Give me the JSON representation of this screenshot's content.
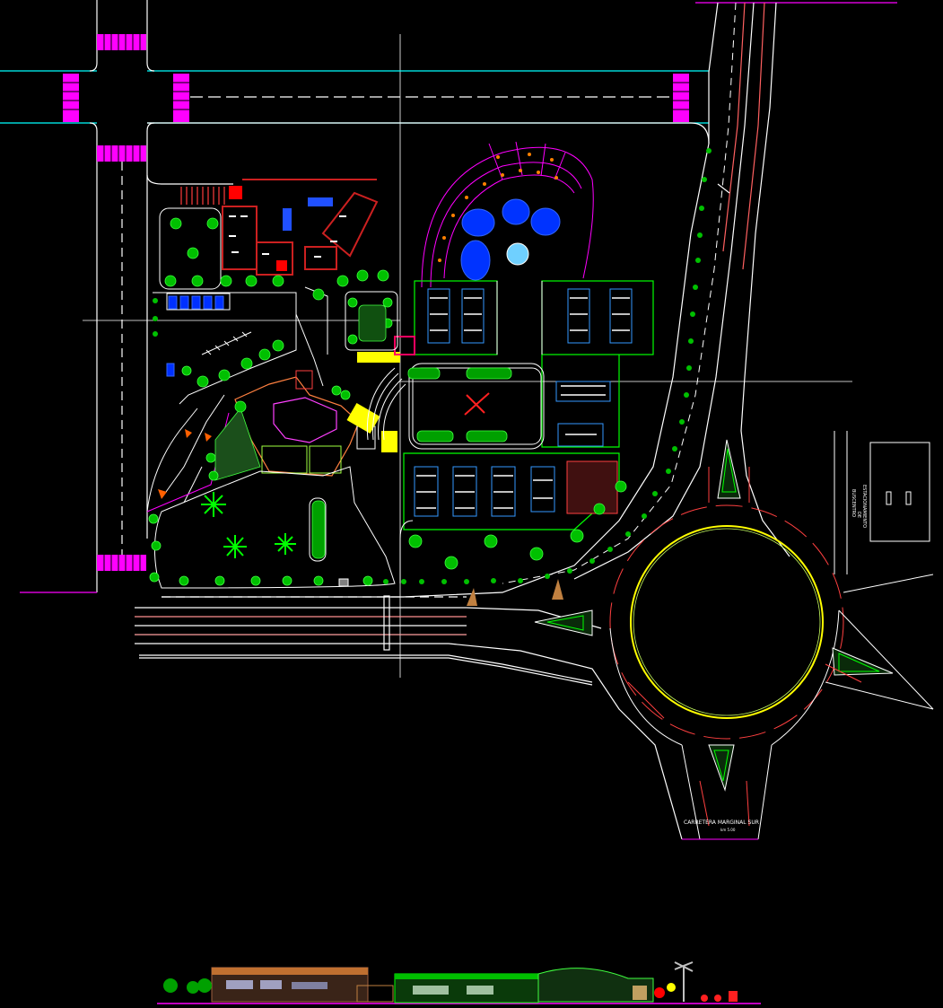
{
  "labels": {
    "road_name": "CARRETERA MARGINAL SUR",
    "road_km": "km 5.00",
    "side_label_1": "ESTACIONAMIENTO",
    "side_label_2": "DE",
    "side_label_3": "BUSCENTRO"
  },
  "colors": {
    "background": "#000000",
    "road_lines": "#ffffff",
    "cyan_lines": "#00ffff",
    "crosswalk": "#ff00ff",
    "vegetation": "#00ff00",
    "walls_red": "#ff0000",
    "structure_blue": "#0040ff",
    "roundabout_ring": "#ffff00",
    "amphitheater": "#ff00ff",
    "grid_lines": "#ffffff"
  }
}
